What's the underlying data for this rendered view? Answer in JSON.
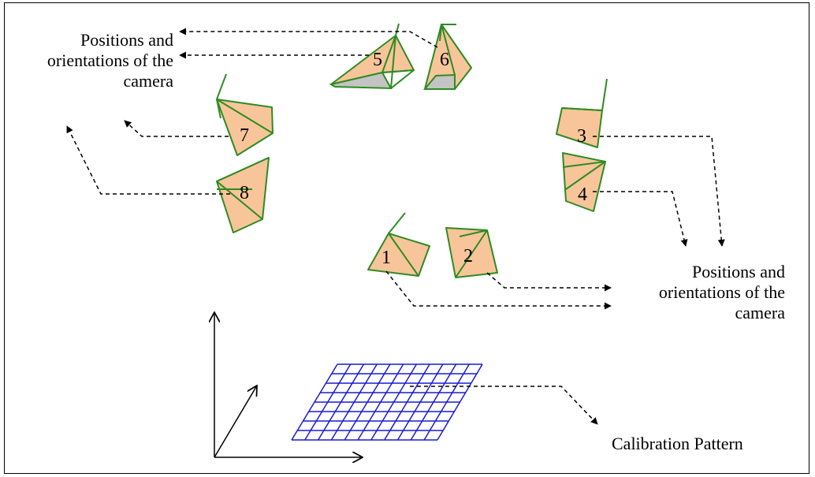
{
  "labels": {
    "left_title": "Positions and orientations of the camera",
    "right_title": "Positions and orientations of the camera",
    "calibration": "Calibration Pattern"
  },
  "cameras": [
    "1",
    "2",
    "3",
    "4",
    "5",
    "6",
    "7",
    "8"
  ],
  "colors": {
    "camera_fill": "#f8c59a",
    "camera_outline": "#2e8b22",
    "camera_shade": "#c4c4c4",
    "grid": "#1a1ad6",
    "arrows": "#000000"
  }
}
